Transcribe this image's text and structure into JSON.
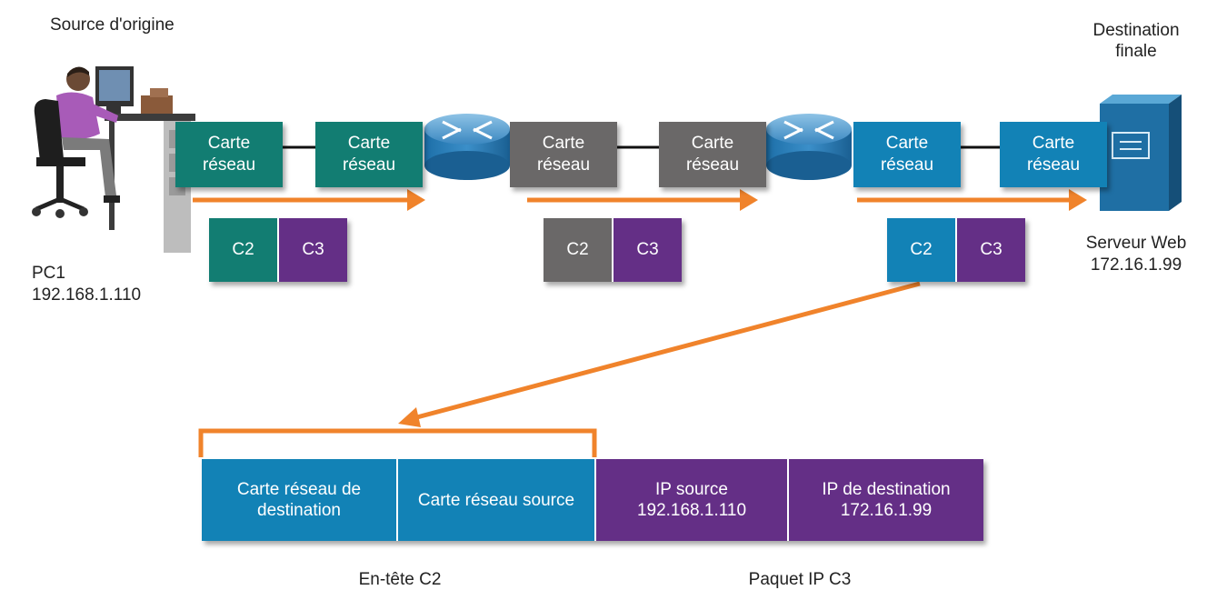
{
  "source": {
    "title": "Source d'origine",
    "device_name": "PC1",
    "ip": "192.168.1.110"
  },
  "destination": {
    "title_line1": "Destination",
    "title_line2": "finale",
    "device_name": "Serveur Web",
    "ip": "172.16.1.99"
  },
  "nics": [
    {
      "line1": "Carte",
      "line2": "réseau"
    },
    {
      "line1": "Carte",
      "line2": "réseau"
    },
    {
      "line1": "Carte",
      "line2": "réseau"
    },
    {
      "line1": "Carte",
      "line2": "réseau"
    },
    {
      "line1": "Carte",
      "line2": "réseau"
    },
    {
      "line1": "Carte",
      "line2": "réseau"
    }
  ],
  "frames": [
    {
      "l2": "C2",
      "l3": "C3"
    },
    {
      "l2": "C2",
      "l3": "C3"
    },
    {
      "l2": "C2",
      "l3": "C3"
    }
  ],
  "header_detail": {
    "dest_nic_line1": "Carte réseau de",
    "dest_nic_line2": "destination",
    "src_nic": "Carte réseau source",
    "ip_src_label": "IP source",
    "ip_src_value": "192.168.1.110",
    "ip_dst_label": "IP de destination",
    "ip_dst_value": "172.16.1.99",
    "l2_caption": "En-tête C2",
    "l3_caption": "Paquet IP C3"
  },
  "colors": {
    "segment1": "#127d72",
    "segment2": "#6a6868",
    "segment3": "#1282b6",
    "layer3": "#642f86",
    "arrow": "#f0832b"
  },
  "icons": [
    "user-at-pc-icon",
    "router-icon",
    "router-icon",
    "web-server-icon"
  ]
}
